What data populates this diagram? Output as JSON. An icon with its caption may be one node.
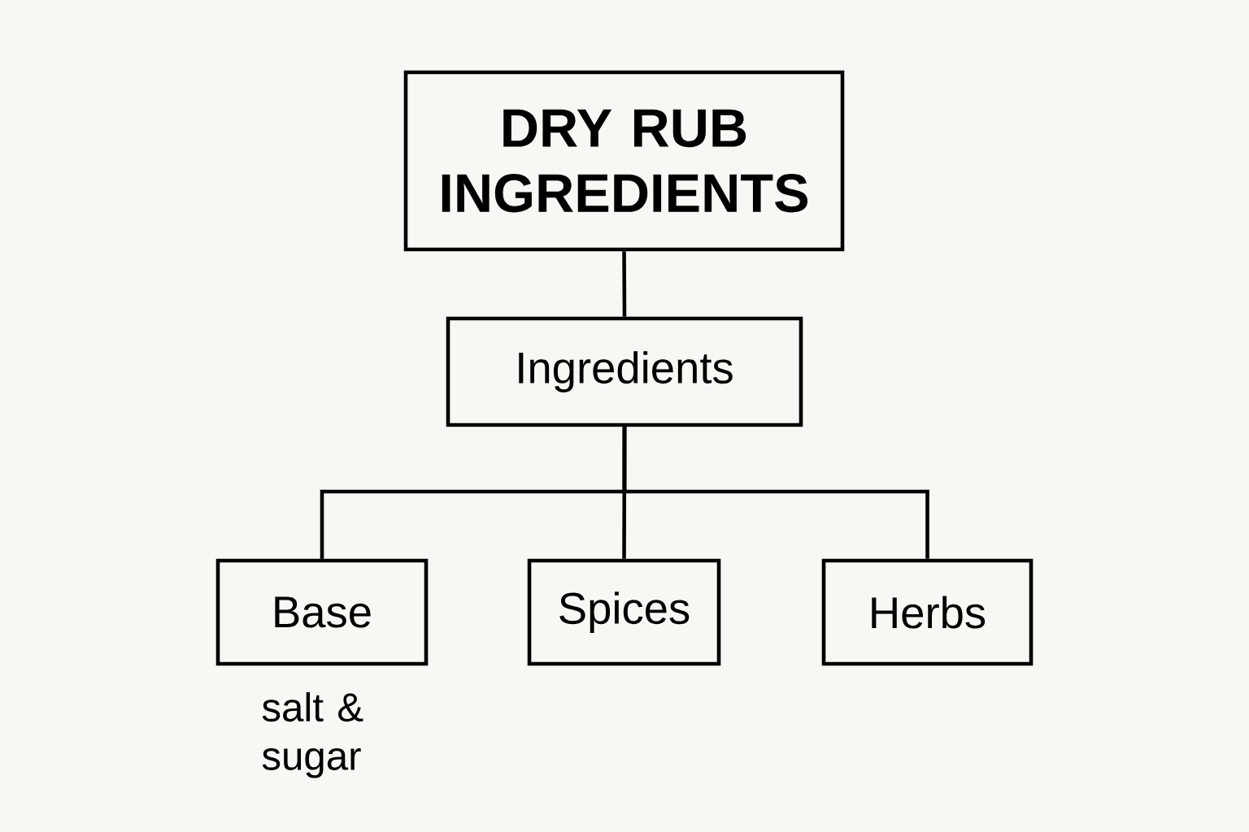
{
  "diagram": {
    "nodes": [
      {
        "text": [
          "DRY RUB INGREDIENTS"
        ]
      },
      {
        "text": [
          "Ingredients"
        ]
      },
      {
        "text": [
          "Base"
        ],
        "beside": [
          "salt & sugar"
        ]
      },
      {
        "text": [
          "Spices"
        ]
      },
      {
        "text": [
          "Herbs"
        ]
      }
    ],
    "edges": [
      {
        "from": 0,
        "to": 1,
        "arrow": "none"
      },
      {
        "from": 1,
        "to": 2,
        "arrow": "none"
      },
      {
        "from": 1,
        "to": 3,
        "arrow": "none"
      },
      {
        "from": 1,
        "to": 4,
        "arrow": "none"
      }
    ]
  }
}
